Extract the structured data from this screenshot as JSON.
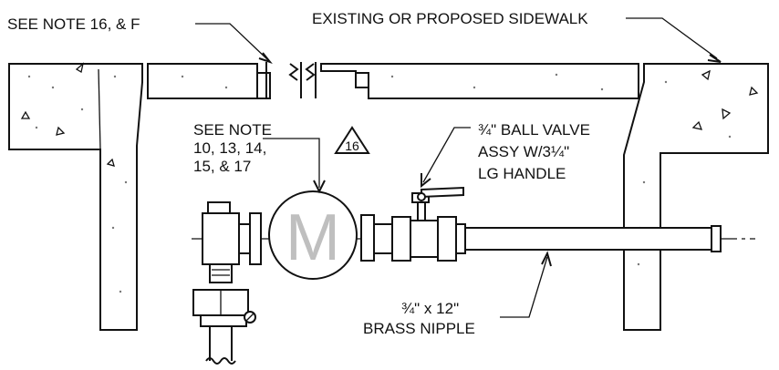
{
  "labels": {
    "note_16_f": "SEE NOTE 16, & F",
    "sidewalk": "EXISTING OR PROPOSED SIDEWALK",
    "see_note": "SEE NOTE",
    "note_line_2": "10, 13, 14,",
    "note_line_3": "15, & 17",
    "ball_valve_1": "¾\" BALL VALVE",
    "ball_valve_2": "ASSY W/3¼\"",
    "ball_valve_3": "LG HANDLE",
    "nipple_1": "¾\" x 12\"",
    "nipple_2": "BRASS NIPPLE",
    "triangle_note": "16",
    "meter_letter": "M"
  },
  "colors": {
    "line": "#111111",
    "meter_letter": "#bfbfbf",
    "background": "#ffffff"
  }
}
